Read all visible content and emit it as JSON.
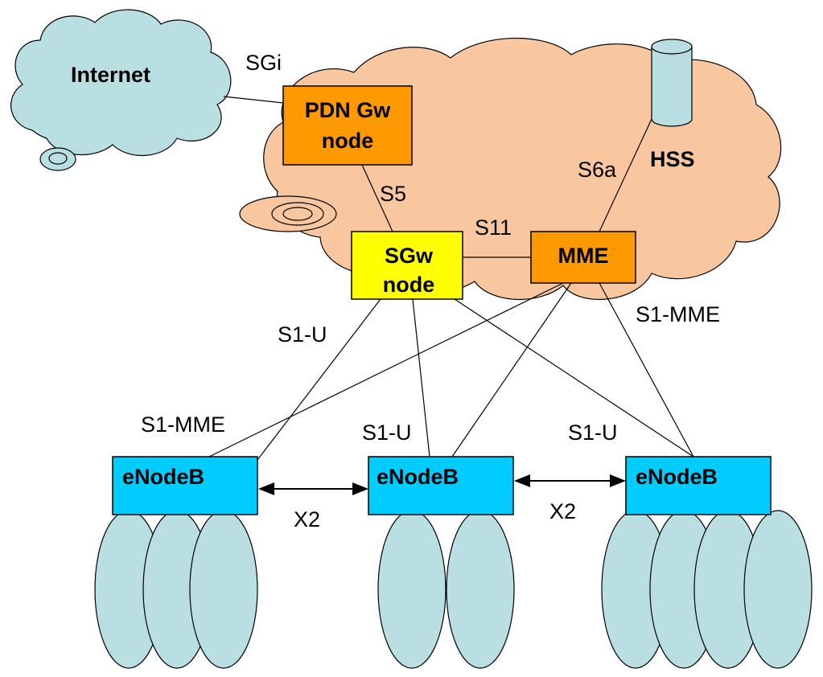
{
  "clouds": {
    "internet": {
      "label": "Internet",
      "fill": "#b9dfe3"
    },
    "core": {
      "fill": "#f9c79f"
    }
  },
  "nodes": {
    "pdn_gw": {
      "line1": "PDN Gw",
      "line2": "node",
      "fill": "#ff9900"
    },
    "sgw": {
      "line1": "SGw",
      "line2": "node",
      "fill": "#ffff00"
    },
    "mme": {
      "label": "MME",
      "fill": "#ff9900"
    },
    "hss": {
      "label": "HSS",
      "fill": "#b9dfe3"
    },
    "enodeb": [
      {
        "label": "eNodeB",
        "fill": "#00ccff"
      },
      {
        "label": "eNodeB",
        "fill": "#00ccff"
      },
      {
        "label": "eNodeB",
        "fill": "#00ccff"
      }
    ]
  },
  "interfaces": {
    "sgi": "SGi",
    "s5": "S5",
    "s11": "S11",
    "s6a": "S6a",
    "s1u_left": "S1-U",
    "s1u_mid": "S1-U",
    "s1u_right": "S1-U",
    "s1mme_left": "S1-MME",
    "s1mme_right": "S1-MME",
    "x2_left": "X2",
    "x2_right": "X2"
  },
  "cells": {
    "color": "#b9dfe3"
  }
}
